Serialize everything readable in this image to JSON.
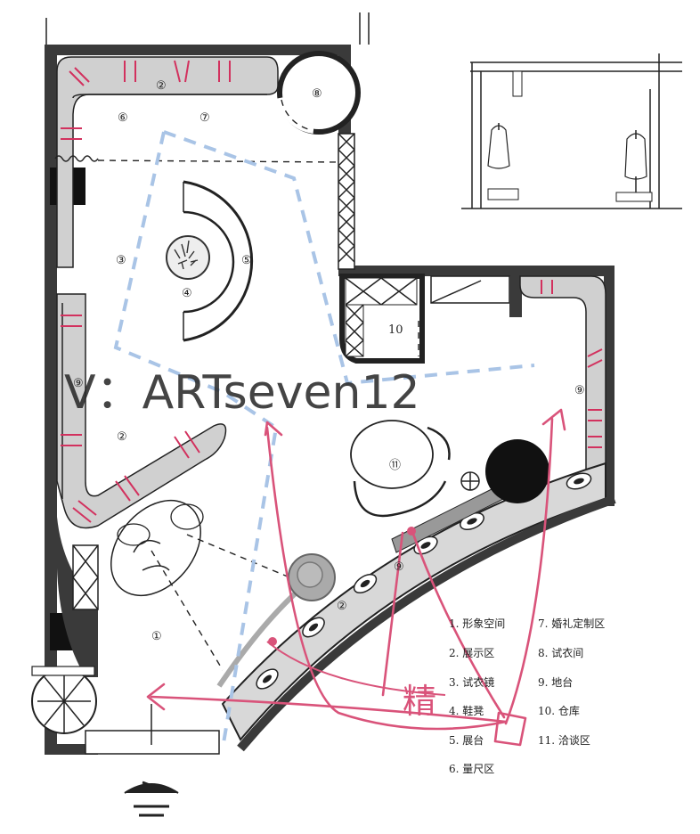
{
  "watermark": "V：ARTseven12",
  "annotation": "精",
  "zone_labels": {
    "z1": "①",
    "z2a": "②",
    "z2b": "②",
    "z2c": "②",
    "z3": "③",
    "z4": "④",
    "z5": "⑤",
    "z6": "⑥",
    "z7": "⑦",
    "z8": "⑧",
    "z9a": "⑨",
    "z9b": "⑨",
    "z9c": "⑨",
    "z10": "10",
    "z11": "⑪"
  },
  "legend": [
    "1. 形象空间",
    "2. 展示区",
    "3. 试衣镜",
    "4. 鞋凳",
    "5. 展台",
    "6. 量尺区",
    "7. 婚礼定制区",
    "8. 试衣间",
    "9. 地台",
    "10. 仓库",
    "11. 洽谈区"
  ],
  "colors": {
    "wall": "#3a3a3a",
    "circulation_sketch": "#d9537a",
    "zone_outline_dashed": "#a9c4e6",
    "display_ticks": "#d2315e"
  }
}
